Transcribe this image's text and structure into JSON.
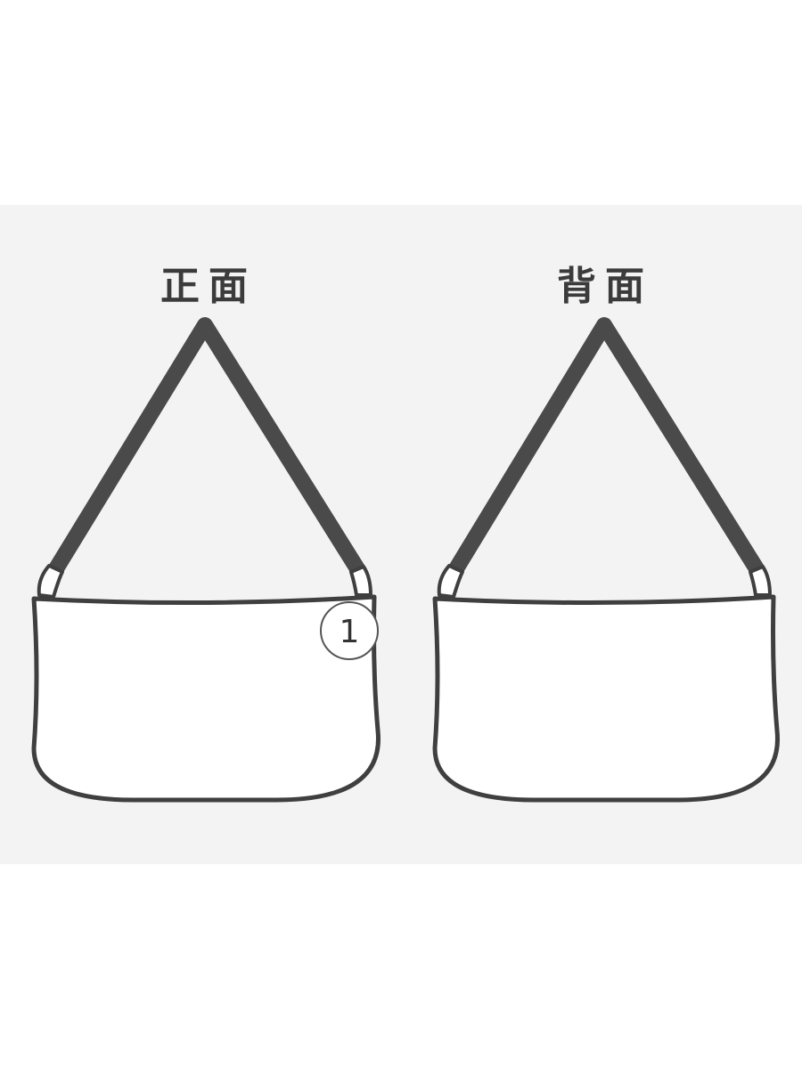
{
  "views": {
    "front_label": "正面",
    "back_label": "背面"
  },
  "callouts": [
    {
      "number": "1"
    }
  ],
  "colors": {
    "background": "#ffffff",
    "panel": "#f3f3f3",
    "outline": "#3f3f3f",
    "strap": "#4a4a4a",
    "bag_fill": "#ffffff"
  }
}
